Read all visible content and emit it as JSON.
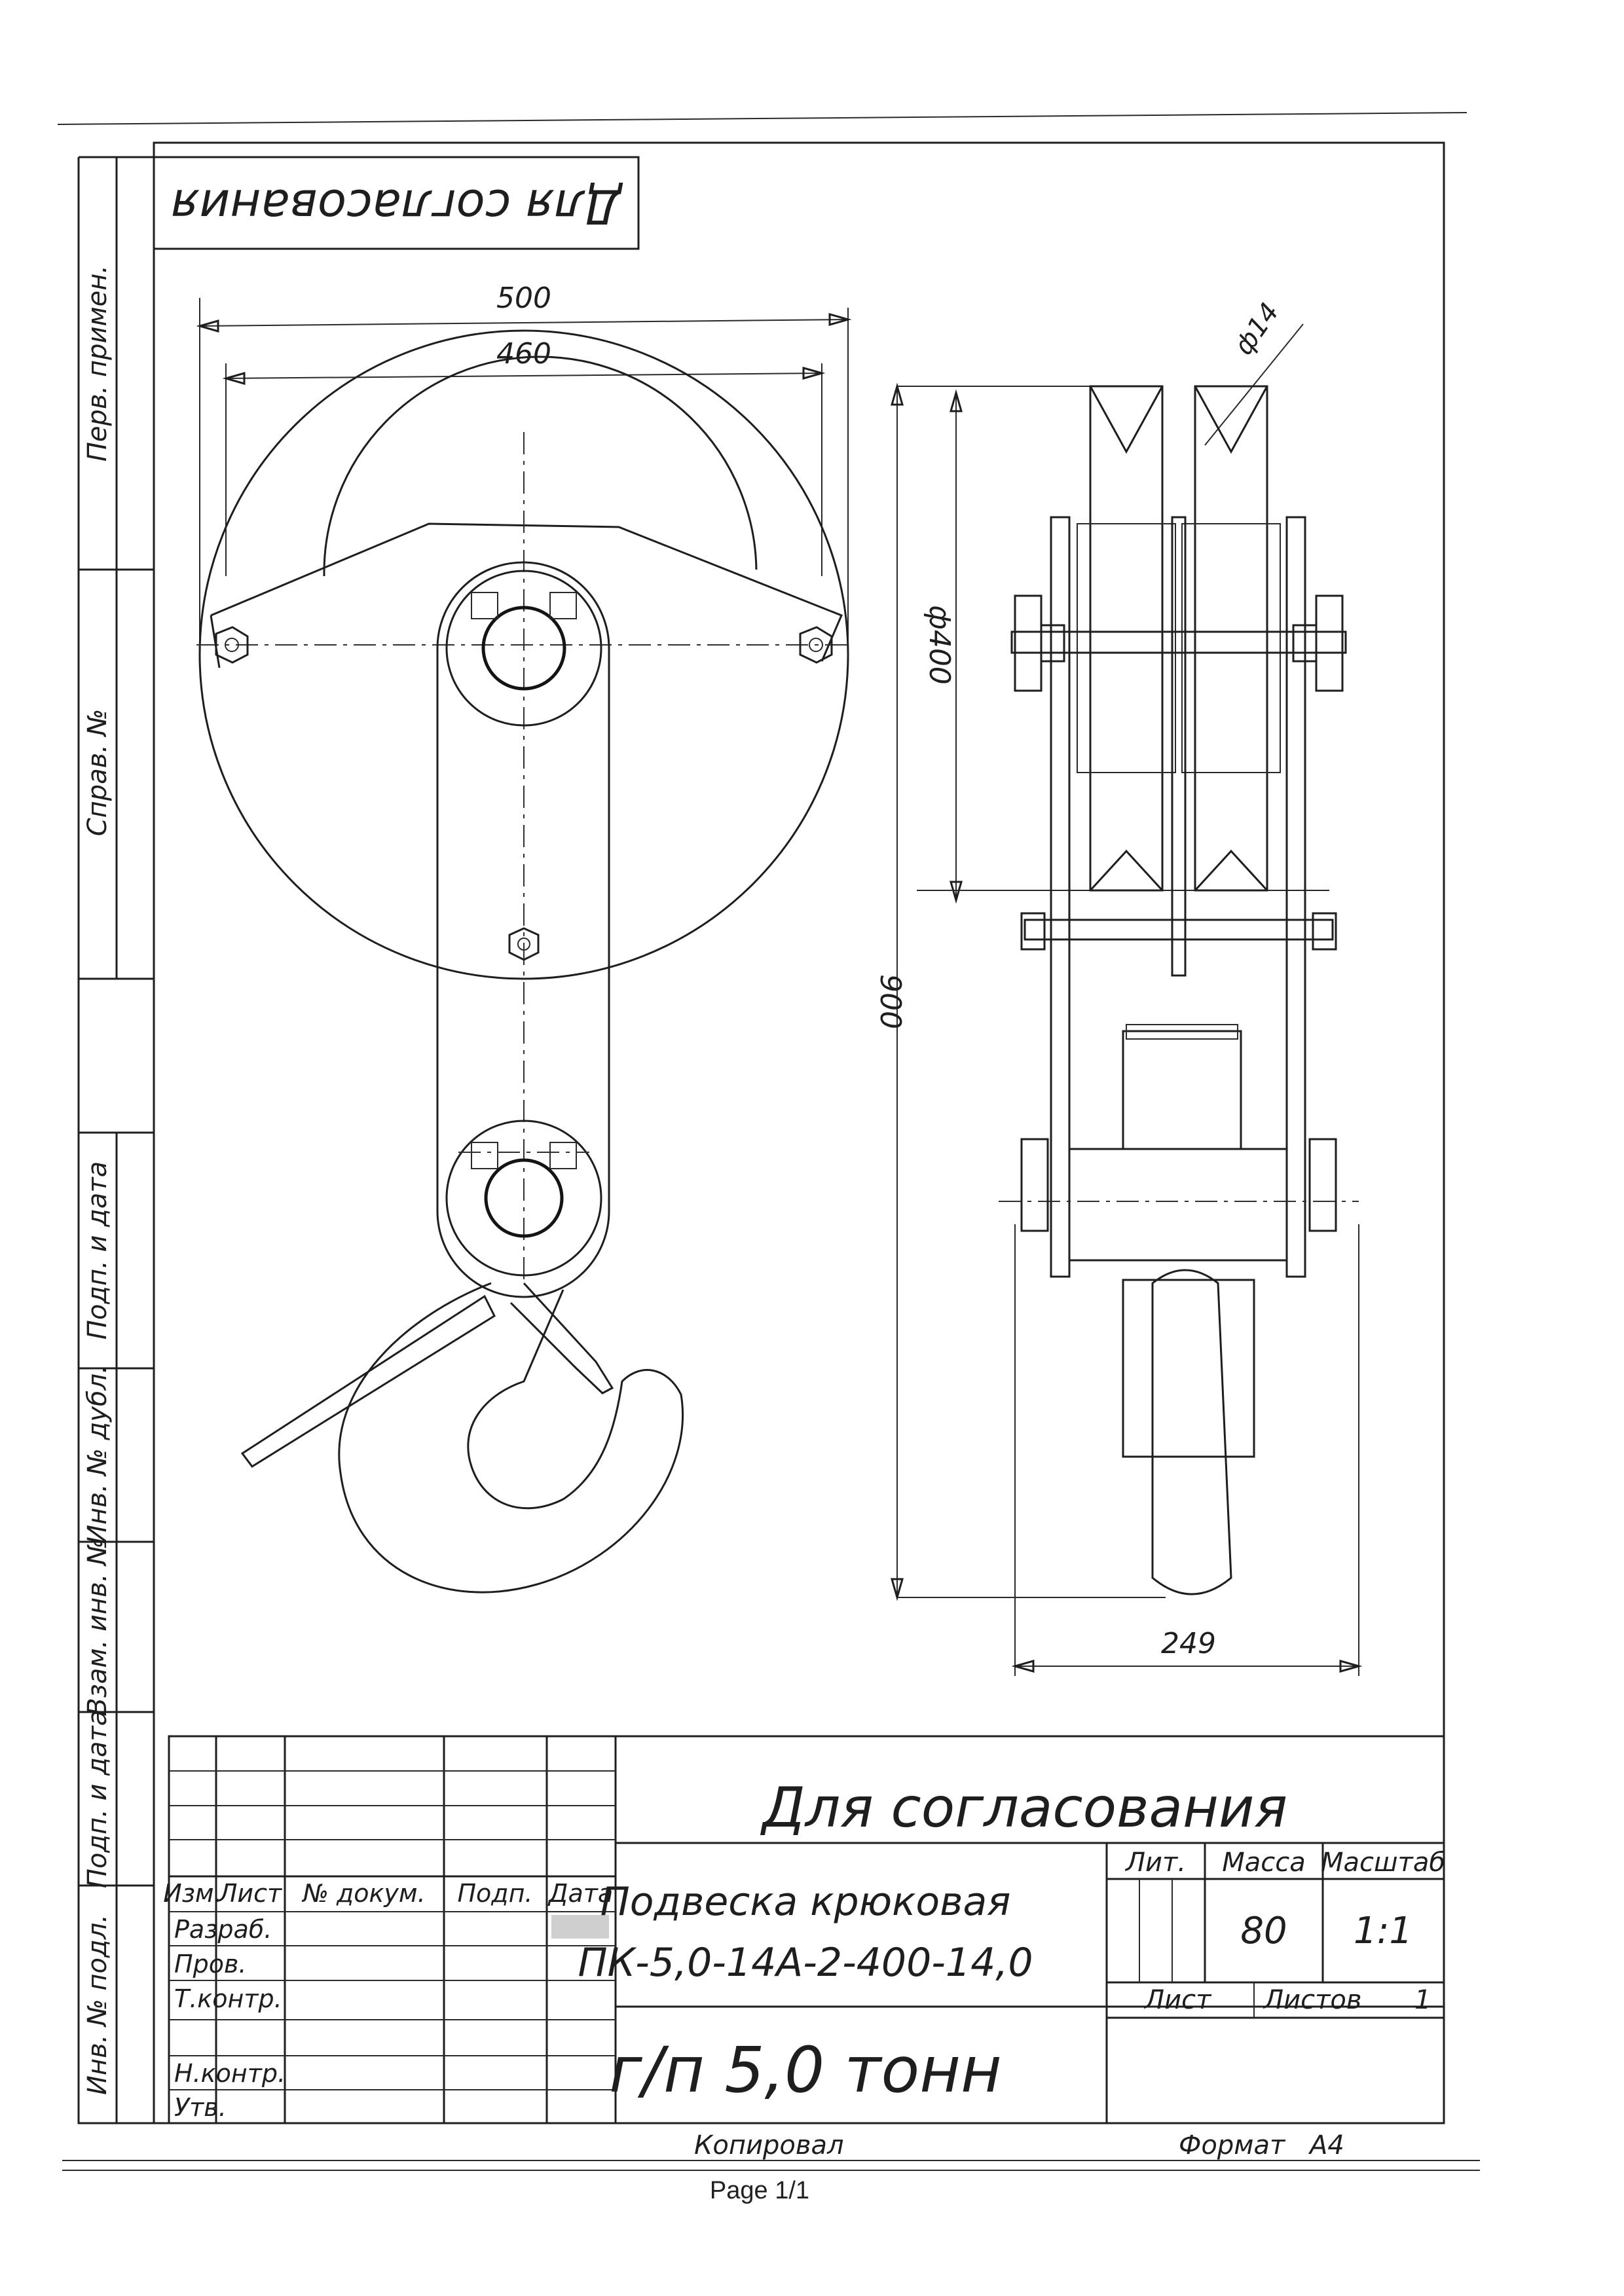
{
  "stamp_top": "Для согласования",
  "side_column": {
    "perv_primen": "Перв. примен.",
    "sprav_no": "Справ. №",
    "podp_i_data_1": "Подп. и дата",
    "inv_no_dubl": "Инв. № дубл.",
    "vzam_inv_no": "Взам. инв. №",
    "podp_i_data_2": "Подп. и дата",
    "inv_no_podl": "Инв. № подл."
  },
  "dimensions": {
    "width_outer": "500",
    "width_inner": "460",
    "rope_dia": "ф14",
    "sheave_dia": "ф400",
    "total_height": "900",
    "side_width": "249"
  },
  "title_block": {
    "approval": "Для согласования",
    "headers": {
      "izm": "Изм.",
      "list": "Лист",
      "no_dokum": "№ докум.",
      "podp": "Подп.",
      "data": "Дата"
    },
    "roles": {
      "razrab": "Разраб.",
      "prov": "Пров.",
      "t_kontr": "Т.контр.",
      "n_kontr": "Н.контр.",
      "utv": "Утв."
    },
    "name_line1": "Подвеска крюковая",
    "name_line2": "ПК-5,0-14А-2-400-14,0",
    "subtitle": "г/п 5,0 тонн",
    "lit_label": "Лит.",
    "massa_label": "Масса",
    "masshtab_label": "Масштаб",
    "massa_value": "80",
    "masshtab_value": "1:1",
    "list_label": "Лист",
    "listov_label": "Листов",
    "listov_value": "1",
    "kopiroval": "Копировал",
    "format_label": "Формат",
    "format_value": "А4"
  },
  "footer": {
    "page": "Page 1/1"
  }
}
